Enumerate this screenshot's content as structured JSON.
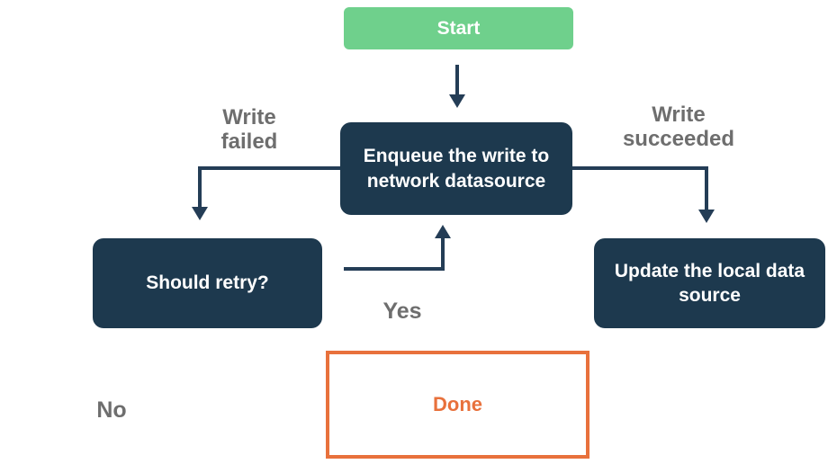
{
  "diagram": {
    "type": "flowchart",
    "nodes": {
      "start": {
        "label": "Start",
        "fill": "#6fd08c",
        "text_color": "#ffffff"
      },
      "enqueue": {
        "label": "Enqueue the write to network datasource",
        "fill": "#1d394e",
        "text_color": "#ffffff"
      },
      "should_retry": {
        "label": "Should retry?",
        "fill": "#1d394e",
        "text_color": "#ffffff"
      },
      "update_local": {
        "label": "Update the local data source",
        "fill": "#1d394e",
        "text_color": "#ffffff"
      },
      "done": {
        "label": "Done",
        "fill": "#ffffff",
        "border_color": "#e8713c",
        "text_color": "#e8713c"
      }
    },
    "edges": [
      {
        "from": "start",
        "to": "enqueue",
        "label": ""
      },
      {
        "from": "enqueue",
        "to": "should_retry",
        "label": "Write failed"
      },
      {
        "from": "enqueue",
        "to": "update_local",
        "label": "Write succeeded"
      },
      {
        "from": "should_retry",
        "to": "enqueue",
        "label": "Yes"
      },
      {
        "from": "should_retry",
        "to": "done",
        "label": "No"
      }
    ],
    "edge_labels": {
      "write_failed": "Write failed",
      "write_succeeded": "Write succeeded",
      "yes": "Yes",
      "no": "No"
    },
    "colors": {
      "background": "#ffffff",
      "node_navy": "#1d394e",
      "start_green": "#6fd08c",
      "arrow_navy": "#243d56",
      "label_gray": "#6e6e6e",
      "done_orange": "#e8713c",
      "node_text": "#ffffff"
    }
  }
}
